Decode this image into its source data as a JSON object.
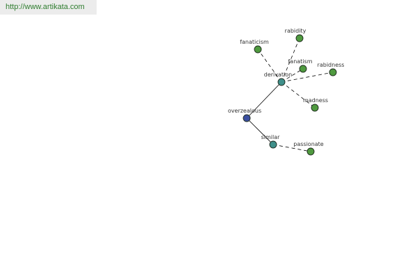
{
  "header": {
    "url": "http://www.artikata.com"
  },
  "graph": {
    "center": "overzealous",
    "nodes": [
      {
        "id": "overzealous",
        "label": "overzealous",
        "kind": "root"
      },
      {
        "id": "derivation",
        "label": "derivation",
        "kind": "relation"
      },
      {
        "id": "similar",
        "label": "similar",
        "kind": "relation"
      },
      {
        "id": "fanaticism",
        "label": "fanaticism",
        "kind": "term"
      },
      {
        "id": "rabidity",
        "label": "rabidity",
        "kind": "term"
      },
      {
        "id": "fanatism",
        "label": "fanatism",
        "kind": "term"
      },
      {
        "id": "rabidness",
        "label": "rabidness",
        "kind": "term"
      },
      {
        "id": "madness",
        "label": "madness",
        "kind": "term"
      },
      {
        "id": "passionate",
        "label": "passionate",
        "kind": "term"
      }
    ],
    "edges": [
      {
        "from": "overzealous",
        "to": "derivation",
        "style": "solid"
      },
      {
        "from": "overzealous",
        "to": "similar",
        "style": "solid"
      },
      {
        "from": "derivation",
        "to": "fanaticism",
        "style": "dashed"
      },
      {
        "from": "derivation",
        "to": "rabidity",
        "style": "dashed"
      },
      {
        "from": "derivation",
        "to": "fanatism",
        "style": "dashed"
      },
      {
        "from": "derivation",
        "to": "rabidness",
        "style": "dashed"
      },
      {
        "from": "derivation",
        "to": "madness",
        "style": "dashed"
      },
      {
        "from": "similar",
        "to": "passionate",
        "style": "dashed"
      }
    ]
  },
  "colors": {
    "root": "#3b4fa0",
    "relation": "#3f8f8a",
    "term": "#4f9a3f",
    "outline": "#1e2a1e",
    "edge": "#000000",
    "url_text": "#2f7d2f",
    "url_bg": "#ececec"
  }
}
